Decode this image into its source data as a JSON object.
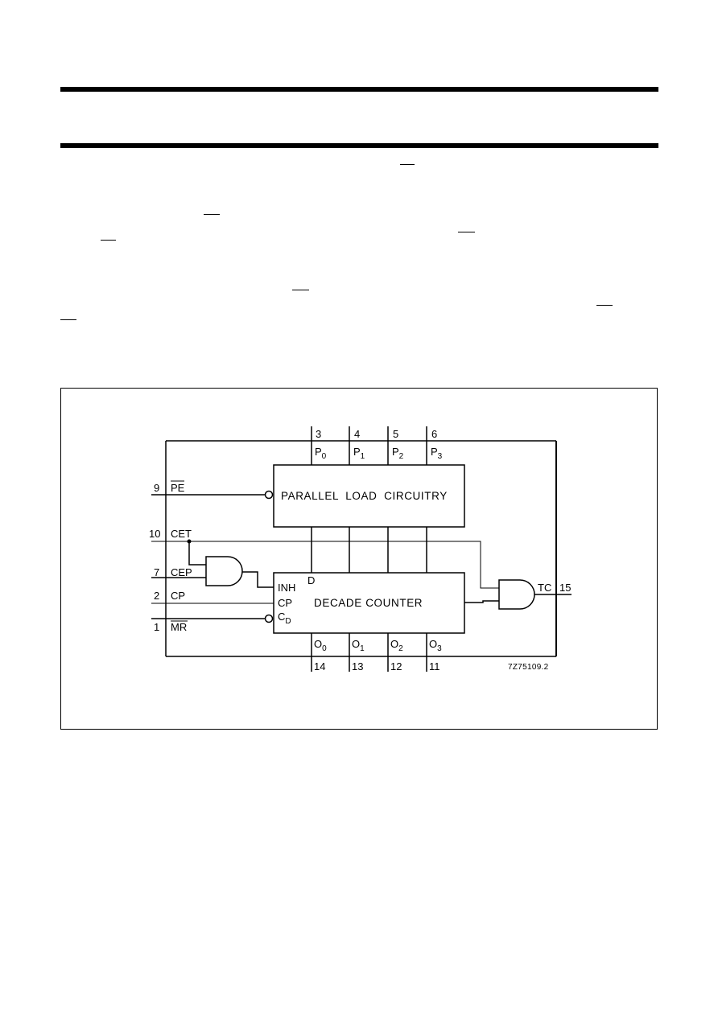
{
  "diagram": {
    "blocks": {
      "parallel_load": "PARALLEL  LOAD  CIRCUITRY",
      "decade_counter": "DECADE COUNTER"
    },
    "inputs": [
      {
        "pin": "9",
        "name": "PE"
      },
      {
        "pin": "10",
        "name": "CET"
      },
      {
        "pin": "7",
        "name": "CEP"
      },
      {
        "pin": "2",
        "name": "CP"
      },
      {
        "pin": "1",
        "name": "MR"
      }
    ],
    "parallel_inputs": [
      {
        "pin": "3",
        "name": "P",
        "sub": "0"
      },
      {
        "pin": "4",
        "name": "P",
        "sub": "1"
      },
      {
        "pin": "5",
        "name": "P",
        "sub": "2"
      },
      {
        "pin": "6",
        "name": "P",
        "sub": "3"
      }
    ],
    "outputs": [
      {
        "pin": "14",
        "name": "O",
        "sub": "0"
      },
      {
        "pin": "13",
        "name": "O",
        "sub": "1"
      },
      {
        "pin": "12",
        "name": "O",
        "sub": "2"
      },
      {
        "pin": "11",
        "name": "O",
        "sub": "3"
      }
    ],
    "counter_ports": {
      "inh": "INH",
      "d": "D",
      "cp": "CP",
      "cd": "C",
      "cd_sub": "D"
    },
    "tc": {
      "name": "TC",
      "pin": "15"
    },
    "figure_code": "7Z75109.2"
  }
}
